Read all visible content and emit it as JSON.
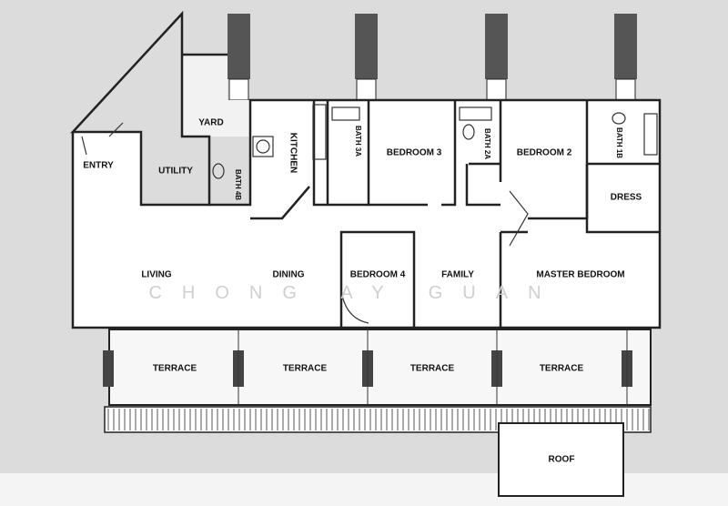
{
  "plan": {
    "watermark": "CHONG AY GUAN",
    "rooms": {
      "yard": "YARD",
      "entry": "ENTRY",
      "utility": "UTILITY",
      "bath_4b": "BATH 4B",
      "kitchen": "KITCHEN",
      "bath_3a": "BATH 3A",
      "bedroom_3": "BEDROOM 3",
      "bath_2a": "BATH 2A",
      "bedroom_2": "BEDROOM 2",
      "bath_1b": "BATH 1B",
      "dress": "DRESS",
      "living": "LIVING",
      "dining": "DINING",
      "bedroom_4": "BEDROOM 4",
      "family": "FAMILY",
      "master_bedroom": "MASTER BEDROOM",
      "terraces": [
        "TERRACE",
        "TERRACE",
        "TERRACE",
        "TERRACE"
      ],
      "roof": "ROOF"
    },
    "colors": {
      "background": "#dcdcdc",
      "wall": "#222222",
      "pillar": "#444444"
    }
  }
}
